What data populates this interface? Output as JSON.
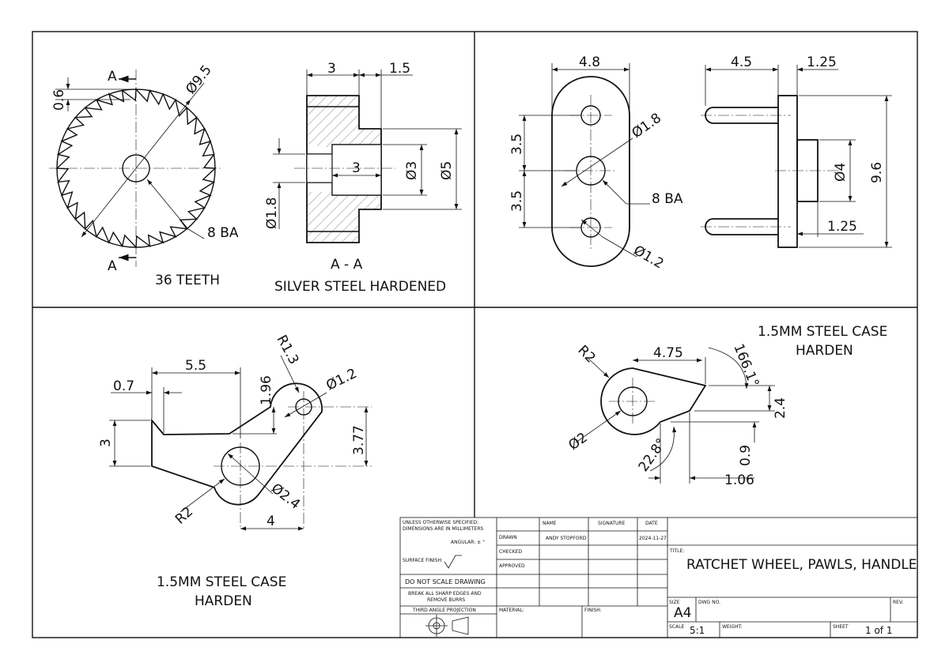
{
  "views": {
    "wheel": {
      "section_marks": [
        "A",
        "A"
      ],
      "dim_tooth": "0.6",
      "dim_dia": "Ø9.5",
      "dim_thread": "8 BA",
      "note": "36 TEETH"
    },
    "section": {
      "dim_w1": "3",
      "dim_w2": "1.5",
      "dim_bore_len": "3",
      "dim_d18": "Ø1.8",
      "dim_d3": "Ø3",
      "dim_d5": "Ø5",
      "label": "A - A",
      "note": "SILVER STEEL HARDENED"
    },
    "handle_front": {
      "dim_w": "4.8",
      "dim_35a": "3.5",
      "dim_35b": "3.5",
      "dim_d18": "Ø1.8",
      "dim_thread": "8 BA",
      "dim_d12": "Ø1.2"
    },
    "handle_side": {
      "dim_45": "4.5",
      "dim_125a": "1.25",
      "dim_d4": "Ø4",
      "dim_96": "9.6",
      "dim_125b": "1.25"
    },
    "pawl1": {
      "dim_55": "5.5",
      "dim_07": "0.7",
      "dim_r13": "R1.3",
      "dim_196": "1.96",
      "dim_d12": "Ø1.2",
      "dim_3": "3",
      "dim_377": "3.77",
      "dim_d24": "Ø2.4",
      "dim_r2": "R2",
      "dim_4": "4",
      "note_line1": "1.5MM STEEL CASE",
      "note_line2": "HARDEN"
    },
    "pawl2": {
      "note_line1": "1.5MM STEEL CASE",
      "note_line2": "HARDEN",
      "dim_r2": "R2",
      "dim_475": "4.75",
      "dim_angle1": "166.1°",
      "dim_24": "2.4",
      "dim_d2": "Ø2",
      "dim_angle2": "22.8°",
      "dim_09": "0.9",
      "dim_106": "1.06"
    }
  },
  "title_block": {
    "tolerance_line1": "UNLESS OTHERWISE SPECIFIED:",
    "tolerance_line2": "DIMENSIONS ARE IN MILLIMETERS",
    "angular": "ANGULAR: ± °",
    "surface_finish": "SURFACE FINISH:",
    "do_not_scale": "DO NOT SCALE DRAWING",
    "break_edges_1": "BREAK ALL SHARP EDGES AND",
    "break_edges_2": "REMOVE BURRS",
    "projection": "THIRD ANGLE PROJECTION",
    "col_name": "NAME",
    "col_signature": "SIGNATURE",
    "col_date": "DATE",
    "row_drawn": "DRAWN",
    "row_checked": "CHECKED",
    "row_approved": "APPROVED",
    "drawn_name": "ANDY STOPFORD",
    "drawn_date": "2024-11-27",
    "material": "MATERIAL:",
    "finish": "FINISH:",
    "title_label": "TITLE:",
    "title": "RATCHET WHEEL, PAWLS, HANDLE",
    "size_label": "SIZE",
    "size": "A4",
    "dwg_no_label": "DWG NO.",
    "rev_label": "REV.",
    "scale_label": "SCALE",
    "scale": "5:1",
    "weight_label": "WEIGHT:",
    "sheet_label": "SHEET",
    "sheet": "1 of 1"
  }
}
